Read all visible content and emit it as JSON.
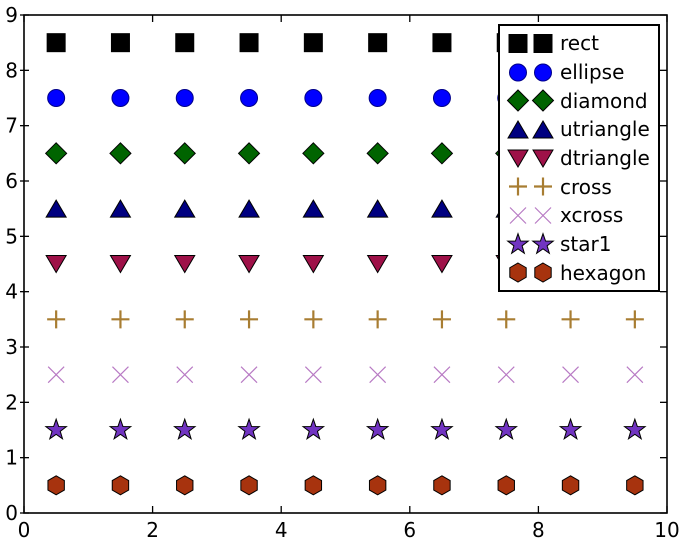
{
  "figure": {
    "background": "#ffffff",
    "axis_color": "#000000",
    "tick_label_color": "#000000"
  },
  "chart_data": {
    "type": "scatter",
    "title": "",
    "xlabel": "",
    "ylabel": "",
    "grid": false,
    "xlim": [
      0,
      10
    ],
    "ylim": [
      0,
      9
    ],
    "xtick_values": [
      0,
      2,
      4,
      6,
      8,
      10
    ],
    "xtick_labels": [
      "0",
      "2",
      "4",
      "6",
      "8",
      "10"
    ],
    "ytick_values": [
      0,
      1,
      2,
      3,
      4,
      5,
      6,
      7,
      8,
      9
    ],
    "ytick_labels": [
      "0",
      "1",
      "2",
      "3",
      "4",
      "5",
      "6",
      "7",
      "8",
      "9"
    ],
    "x": [
      0.5,
      1.5,
      2.5,
      3.5,
      4.5,
      5.5,
      6.5,
      7.5,
      8.5,
      9.5
    ],
    "series": [
      {
        "name": "rect",
        "marker": "rect",
        "y": 8.5,
        "fill": "#000000",
        "edge": "#000000"
      },
      {
        "name": "ellipse",
        "marker": "ellipse",
        "y": 7.5,
        "fill": "#0000ff",
        "edge": "#00008b"
      },
      {
        "name": "diamond",
        "marker": "diamond",
        "y": 6.5,
        "fill": "#006400",
        "edge": "#000000"
      },
      {
        "name": "utriangle",
        "marker": "utriangle",
        "y": 5.5,
        "fill": "#000080",
        "edge": "#000000"
      },
      {
        "name": "dtriangle",
        "marker": "dtriangle",
        "y": 4.5,
        "fill": "#9e1148",
        "edge": "#000000"
      },
      {
        "name": "cross",
        "marker": "cross",
        "y": 3.5,
        "fill": "none",
        "edge": "#a87d32"
      },
      {
        "name": "xcross",
        "marker": "xcross",
        "y": 2.5,
        "fill": "none",
        "edge": "#b87ac4"
      },
      {
        "name": "star1",
        "marker": "star1",
        "y": 1.5,
        "fill": "#7134c1",
        "edge": "#000000"
      },
      {
        "name": "hexagon",
        "marker": "hexagon",
        "y": 0.5,
        "fill": "#a7330e",
        "edge": "#000000"
      }
    ],
    "legend": {
      "position": "upper right",
      "markers_per_entry": 2
    }
  }
}
